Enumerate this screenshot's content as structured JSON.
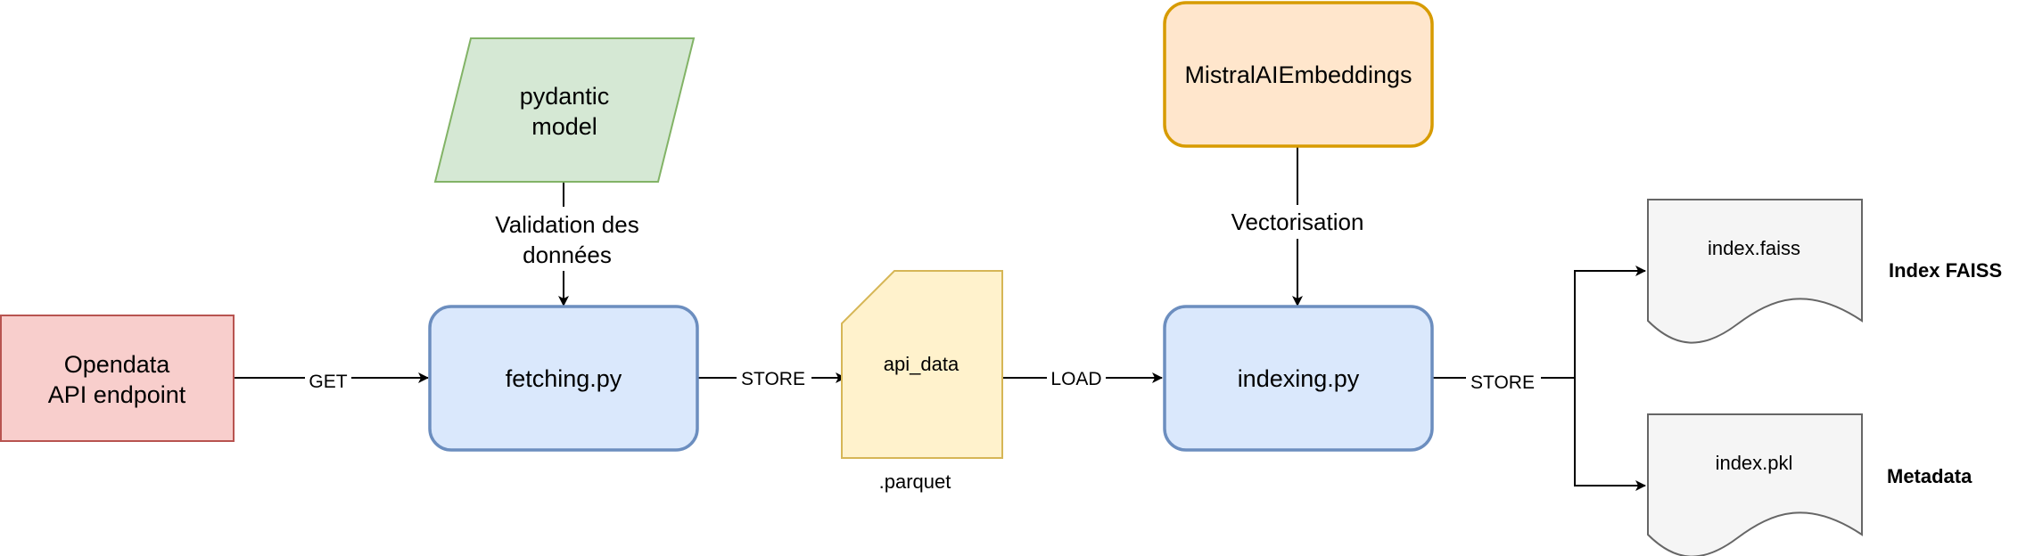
{
  "nodes": {
    "opendata": {
      "line1": "Opendata",
      "line2": "API endpoint"
    },
    "pydantic": {
      "line1": "pydantic",
      "line2": "model"
    },
    "fetching": {
      "label": "fetching.py"
    },
    "api_data": {
      "label": "api_data",
      "caption": ".parquet"
    },
    "mistral": {
      "label": "MistralAIEmbeddings"
    },
    "indexing": {
      "label": "indexing.py"
    },
    "index_faiss": {
      "label": "index.faiss",
      "side_label": "Index FAISS"
    },
    "index_pkl": {
      "label": "index.pkl",
      "side_label": "Metadata"
    }
  },
  "edges": {
    "get": "GET",
    "store_fetch": "STORE",
    "load": "LOAD",
    "store_index": "STORE",
    "validation_line1": "Validation des",
    "validation_line2": "données",
    "vectorisation": "Vectorisation"
  },
  "colors": {
    "red_fill": "#f8cecc",
    "red_stroke": "#b85450",
    "green_fill": "#d5e8d4",
    "green_stroke": "#82b366",
    "blue_fill": "#dae8fc",
    "blue_stroke": "#6c8ebf",
    "yellow_fill": "#fff2cc",
    "yellow_stroke": "#d6b656",
    "orange_fill": "#ffe6cc",
    "orange_stroke": "#d79b00",
    "gray_fill": "#f5f5f5",
    "gray_stroke": "#666666"
  }
}
